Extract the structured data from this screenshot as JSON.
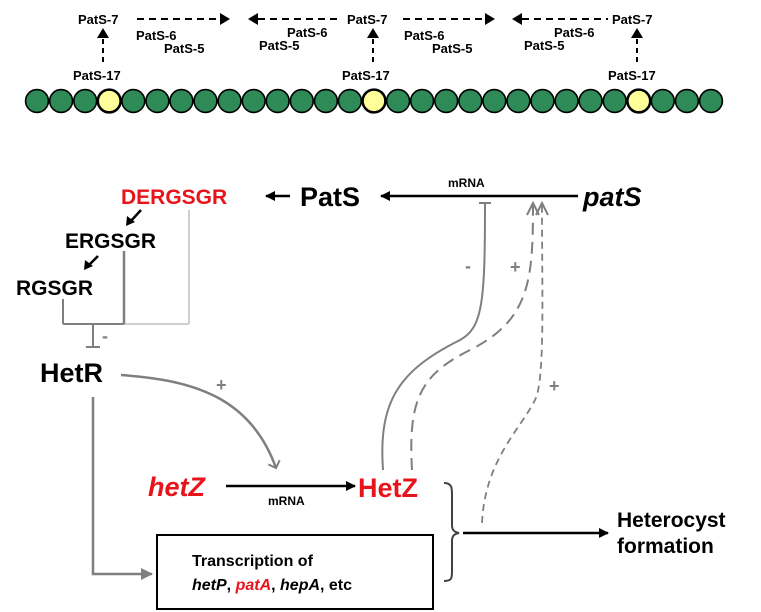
{
  "colors": {
    "vegetative_cell": "#2e8b57",
    "heterocyst_cell": "#ffff99",
    "highlight_red": "#e8141b",
    "regulation_gray": "#7f7f7f"
  },
  "filament": {
    "cell_count": 29,
    "heterocyst_positions": [
      4,
      15,
      26
    ],
    "labels": {
      "source": "PatS-17",
      "product": "PatS-7",
      "spread_a": "PatS-6",
      "spread_b": "PatS-5"
    }
  },
  "pathway": {
    "peptides": {
      "first": "DERGSGR",
      "second": "ERGSGR",
      "third": "RGSGR"
    },
    "protein_pats": "PatS",
    "gene_pats": "patS",
    "mrna_label_top": "mRNA",
    "hetr": "HetR",
    "inhibit_sign_hetr": "-",
    "activate_sign_hetr": "+",
    "inhibit_sign_pats": "-",
    "activate_sign_dashed": "+",
    "activate_sign_dotted": "+",
    "gene_hetz": "hetZ",
    "protein_hetz": "HetZ",
    "mrna_label_bottom": "mRNA",
    "transcription": {
      "line1": "Transcription of",
      "gene1": "hetP",
      "sep1": ", ",
      "gene2": "patA",
      "sep2": ", ",
      "gene3": "hepA",
      "tail": ", etc"
    },
    "outcome_line1": "Heterocyst",
    "outcome_line2": "formation"
  }
}
